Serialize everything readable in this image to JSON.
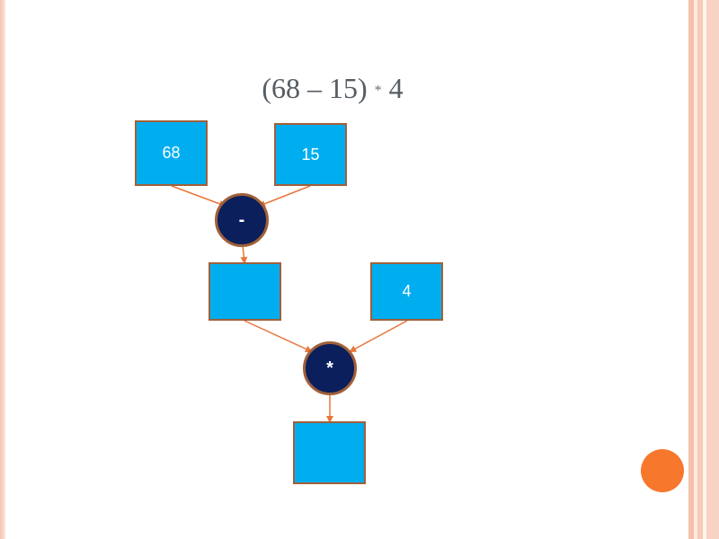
{
  "slide": {
    "title_left": "(68 – 15)",
    "title_op": "*",
    "title_right": "4"
  },
  "diagram": {
    "nodes": {
      "box_68": "68",
      "box_15": "15",
      "op_minus": "-",
      "box_mid": "",
      "box_4": "4",
      "op_mult": "*",
      "box_result": ""
    },
    "colors": {
      "box_fill": "#00aeef",
      "box_border": "#a0603a",
      "op_fill": "#0a1f5c",
      "arrow": "#e8773a",
      "accent_circle": "#f7772d"
    }
  }
}
